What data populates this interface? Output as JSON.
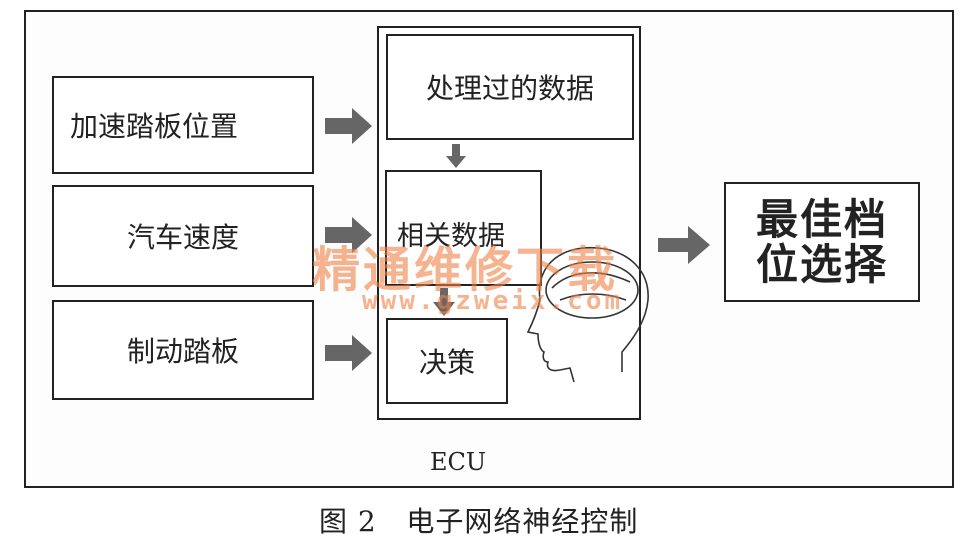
{
  "inputs": {
    "accelerator_position": "加速踏板位置",
    "vehicle_speed": "汽车速度",
    "brake_pedal": "制动踏板"
  },
  "ecu": {
    "processed_data": "处理过的数据",
    "related_data": "相关数据",
    "decision": "决策",
    "label": "ECU"
  },
  "output": {
    "line1": "最佳档",
    "line2": "位选择"
  },
  "caption": "图 2   电子网络神经控制",
  "watermark": {
    "line1": "精通维修下载",
    "line2": "www.gzweix.com"
  }
}
